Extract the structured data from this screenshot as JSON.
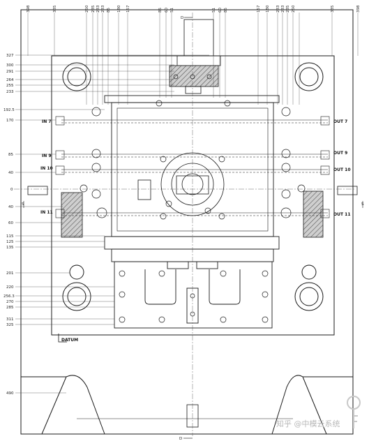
{
  "top_dims": [
    "398",
    "335",
    "250",
    "235",
    "233",
    "233",
    "85",
    "180",
    "157",
    "85",
    "60",
    "51",
    "51",
    "60",
    "85",
    "157",
    "180",
    "233",
    "233",
    "235",
    "250",
    "335",
    "398"
  ],
  "left_dims": [
    "327",
    "300",
    "291",
    "264",
    "255",
    "233",
    "192.5",
    "170",
    "85",
    "40",
    "0",
    "40",
    "60",
    "115",
    "125",
    "135",
    "201",
    "220",
    "256.3",
    "270",
    "285",
    "311",
    "325",
    "490"
  ],
  "ports": {
    "in_7": "IN 7",
    "in_9": "IN 9",
    "in_10": "IN 10",
    "in_11": "IN 11",
    "out_7": "OUT 7",
    "out_9": "OUT 9",
    "out_10": "OUT 10",
    "out_11": "OUT 11"
  },
  "datum_label": "DATUM",
  "section_marker": "D",
  "section_s": "S",
  "watermark": "知乎 @中模云系统",
  "colors": {
    "line": "#1a1a1a",
    "hatch": "#6a6a6a",
    "hatch_fill": "#c9c9c9"
  }
}
